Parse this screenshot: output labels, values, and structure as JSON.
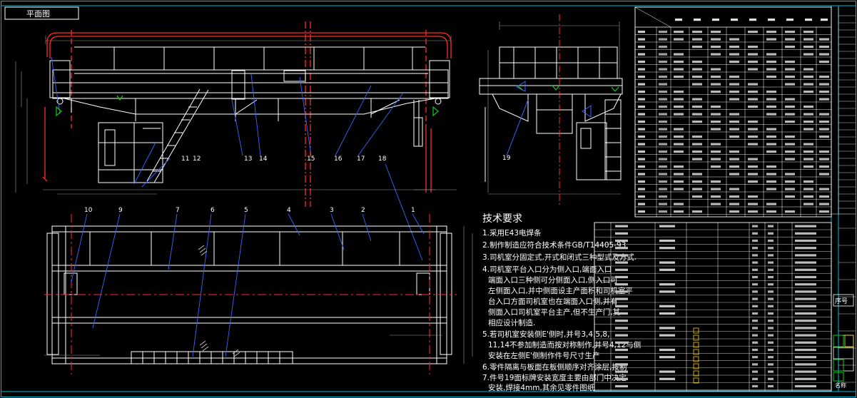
{
  "title_block": {
    "text": "平面图",
    "color": "#ffffff"
  },
  "colors": {
    "frame": "#00bcd4",
    "red": "#ff2a2a",
    "white": "#ffffff",
    "blue": "#3c64ff",
    "green": "#14c814",
    "yellow": "#ffd400",
    "grey": "#9a9a9a"
  },
  "tech_requirements": {
    "heading": "技术要求",
    "items": [
      "1.采用E43电焊条",
      "2.制作制造应符合技术条件GB/T14405-93",
      "3.司机室分固定式,开式和闭式三种型式及方式.",
      "4.司机室平台入口分为侧入口,端面入口",
      "端面入口三种侧可分侧面入口,侧入口可",
      "左侧面入口,并中侧面设主产面积和司机室平",
      "台入口方面司机室也在端面入口侧,并有",
      "侧面入口司机室平台主产,但不生产门,其",
      "相应设计制造.",
      "5.若司机室安装侧E'侧时,并号3,4,5,8,",
      "11,14不参加制造而按对称制作,并号4,12与侧",
      "安装在左侧E'侧制作件号尺寸生产",
      "6.零件隔离与板面在板侧顺序对齐涂层,按制",
      "7.件号19面标牌安装宽度主要由部门中决定",
      "安装,焊接4mm,其余见零件图纸"
    ]
  },
  "callouts": {
    "front": [
      "11",
      "12",
      "13",
      "14",
      "15",
      "16",
      "17",
      "18"
    ],
    "plan": [
      "10",
      "9",
      "7",
      "6",
      "5",
      "4",
      "3",
      "2",
      "1"
    ],
    "side": [
      "19"
    ]
  },
  "spec_table": {
    "top_labels": [
      "1",
      "2"
    ],
    "marker": "2"
  },
  "title_frame": {
    "label_a": "序号",
    "label_b": "名称"
  }
}
